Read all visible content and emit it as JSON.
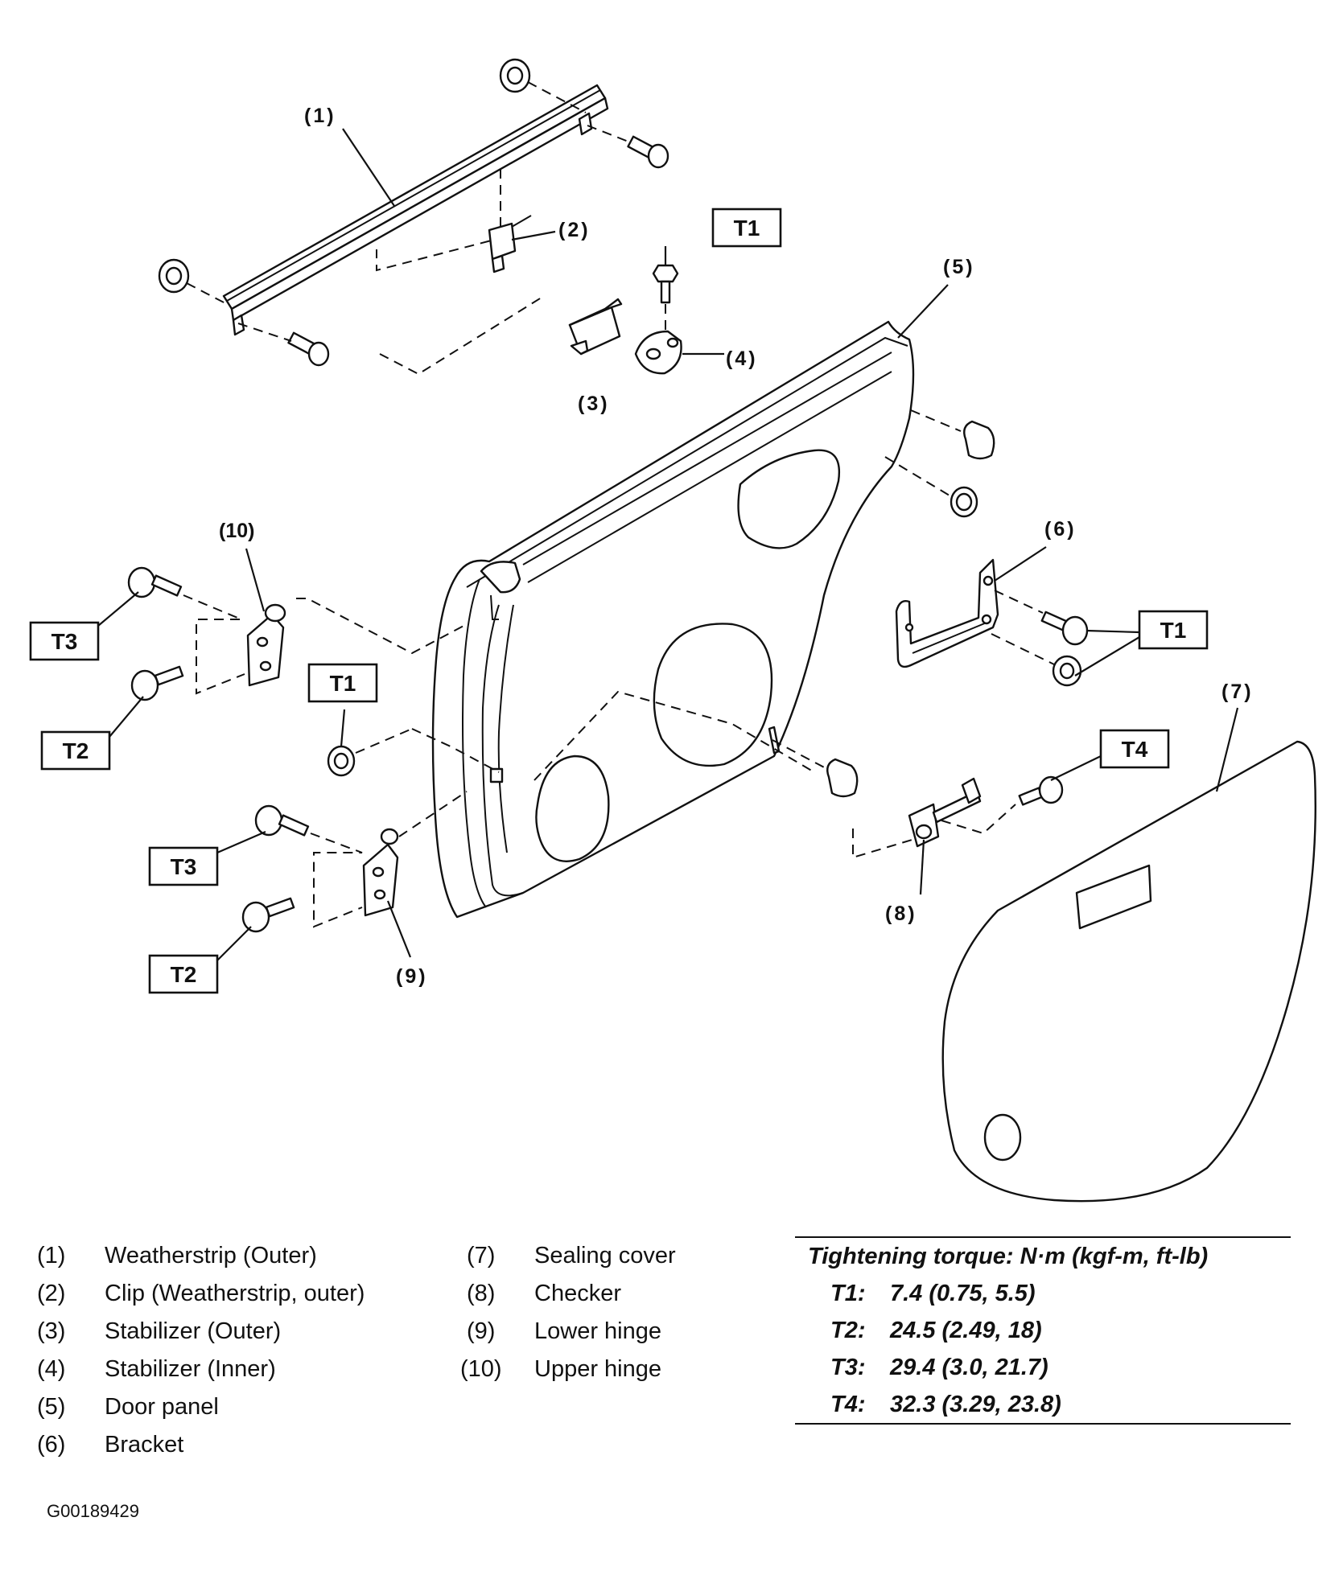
{
  "callouts": {
    "p1": "(1)",
    "p2": "(2)",
    "p3": "(3)",
    "p4": "(4)",
    "p5": "(5)",
    "p6": "(6)",
    "p7": "(7)",
    "p8": "(8)",
    "p9": "(9)",
    "p10": "(10)"
  },
  "torque_tags": {
    "t1_top": "T1",
    "t1_mid": "T1",
    "t1_right": "T1",
    "t2_upper": "T2",
    "t2_lower": "T2",
    "t3_upper": "T3",
    "t3_lower": "T3",
    "t4": "T4"
  },
  "legend": {
    "left": [
      {
        "num": "(1)",
        "name": "Weatherstrip (Outer)"
      },
      {
        "num": "(2)",
        "name": "Clip (Weatherstrip, outer)"
      },
      {
        "num": "(3)",
        "name": "Stabilizer (Outer)"
      },
      {
        "num": "(4)",
        "name": "Stabilizer (Inner)"
      },
      {
        "num": "(5)",
        "name": "Door panel"
      },
      {
        "num": "(6)",
        "name": "Bracket"
      }
    ],
    "right": [
      {
        "num": "(7)",
        "name": "Sealing cover"
      },
      {
        "num": "(8)",
        "name": "Checker"
      },
      {
        "num": "(9)",
        "name": "Lower hinge"
      },
      {
        "num": "(10)",
        "name": "Upper hinge"
      }
    ]
  },
  "torque": {
    "title": "Tightening torque: N·m (kgf-m, ft-lb)",
    "rows": [
      {
        "code": "T1:",
        "value": "7.4 (0.75, 5.5)"
      },
      {
        "code": "T2:",
        "value": "24.5 (2.49, 18)"
      },
      {
        "code": "T3:",
        "value": "29.4 (3.0, 21.7)"
      },
      {
        "code": "T4:",
        "value": "32.3 (3.29, 23.8)"
      }
    ]
  },
  "figure_id": "G00189429"
}
